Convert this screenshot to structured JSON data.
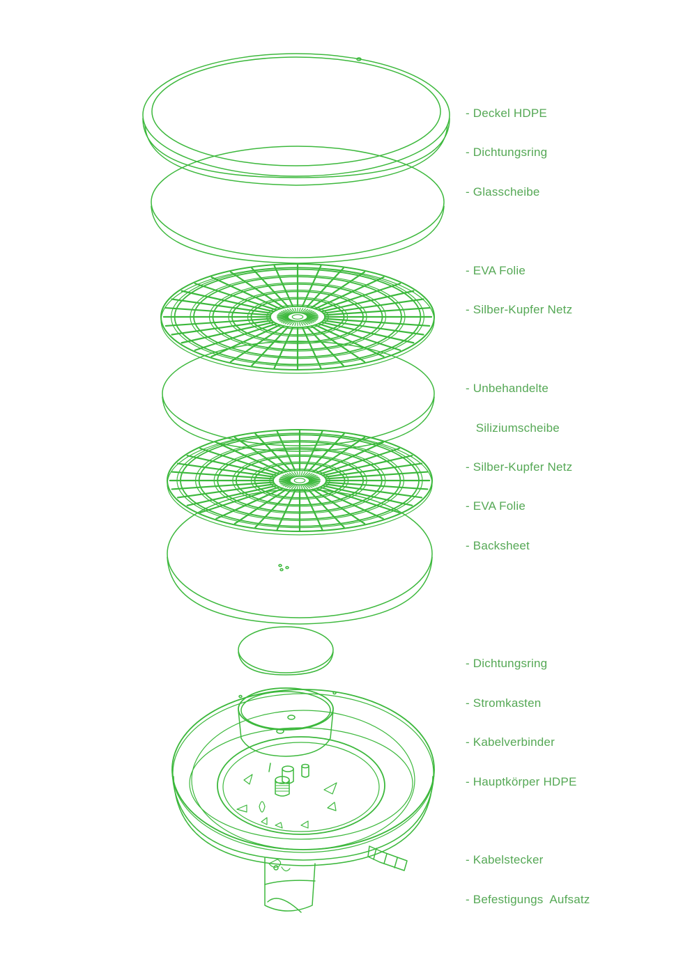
{
  "colors": {
    "line": "#3cb83c",
    "label": "#55a855",
    "background": "#ffffff"
  },
  "labels": [
    "- Deckel HDPE",
    "- Dichtungsring",
    "- Glasscheibe",
    "- EVA Folie",
    "- Silber-Kupfer Netz",
    "- Unbehandelte",
    "   Siliziumscheibe",
    "- Silber-Kupfer Netz",
    "- EVA Folie",
    "- Backsheet",
    "- Dichtungsring",
    "- Stromkasten",
    "- Kabelverbinder",
    "- Hauptkörper HDPE",
    "- Kabelstecker",
    "- Befestigungs  Aufsatz"
  ]
}
